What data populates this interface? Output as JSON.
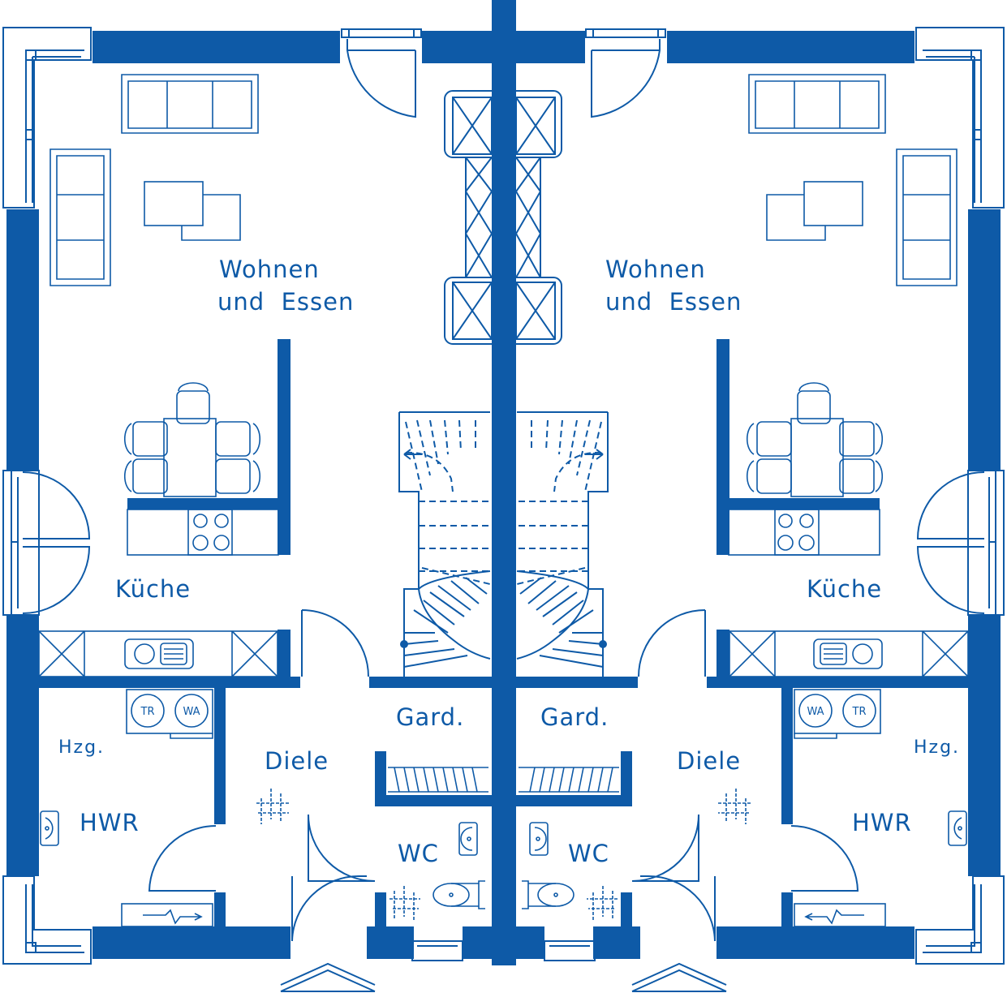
{
  "plan": {
    "colors": {
      "wall": "#0E5AA7",
      "line": "#0E5AA7",
      "background": "#ffffff"
    },
    "left_unit": {
      "living": [
        "Wohnen",
        "und  Essen"
      ],
      "kitchen": "Küche",
      "hallway": "Diele",
      "wardrobe": "Gard.",
      "utility": "HWR",
      "heating": "Hzg.",
      "toilet": "WC",
      "dryer": "TR",
      "washer": "WA"
    },
    "right_unit": {
      "living": [
        "Wohnen",
        "und  Essen"
      ],
      "kitchen": "Küche",
      "hallway": "Diele",
      "wardrobe": "Gard.",
      "utility": "HWR",
      "heating": "Hzg.",
      "toilet": "WC",
      "dryer": "TR",
      "washer": "WA"
    },
    "icons": [
      "entrance-arrow-icon",
      "door-swing-icon",
      "stair-icon",
      "sink-icon",
      "stove-icon",
      "toilet-icon"
    ]
  }
}
